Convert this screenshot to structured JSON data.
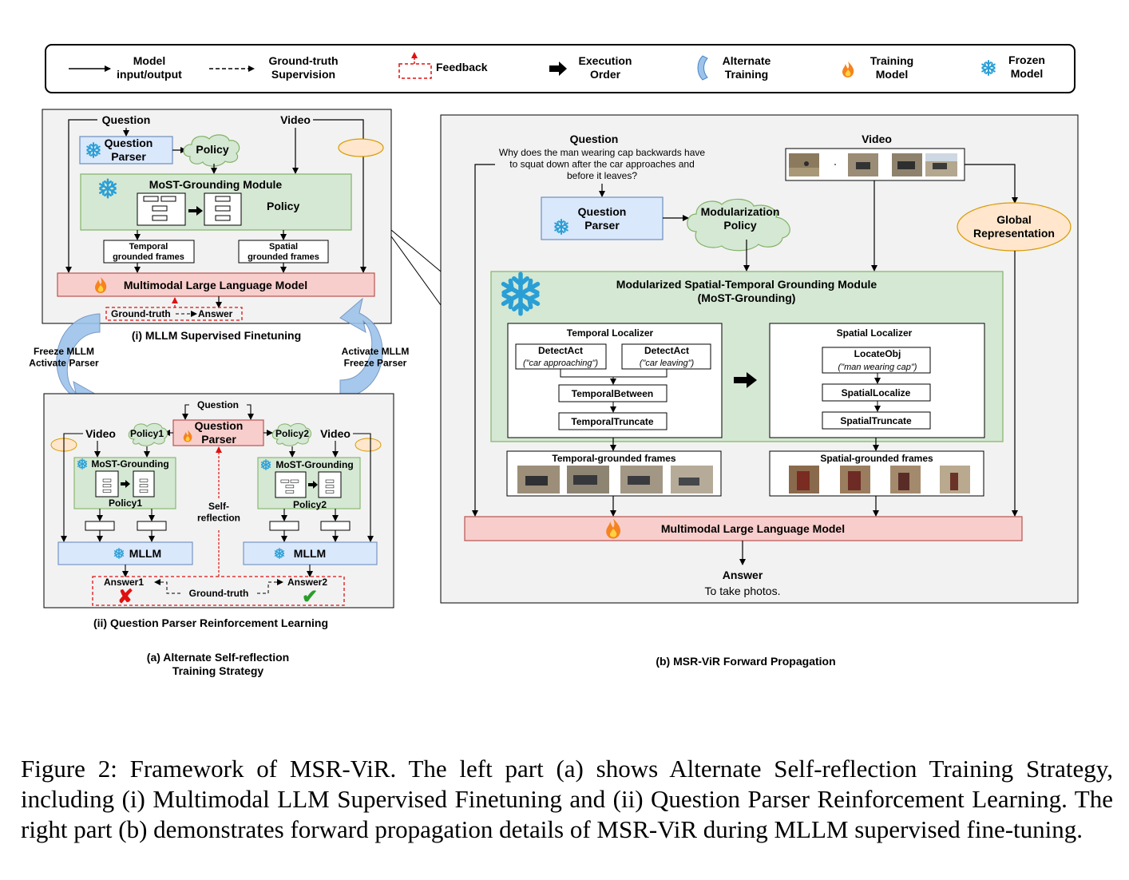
{
  "legend": {
    "model_io": "Model\ninput/output",
    "gt_supervision": "Ground-truth\nSupervision",
    "feedback": "Feedback",
    "execution_order": "Execution\nOrder",
    "alternate_training": "Alternate\nTraining",
    "training_model": "Training\nModel",
    "frozen_model": "Frozen\nModel"
  },
  "left_top": {
    "question": "Question",
    "video": "Video",
    "question_parser": "Question\nParser",
    "policy": "Policy",
    "grounding_module": "MoST-Grounding Module",
    "grounding_policy": "Policy",
    "temporal_frames": "Temporal\ngrounded frames",
    "spatial_frames": "Spatial\ngrounded frames",
    "mllm": "Multimodal Large Language Model",
    "ground_truth": "Ground-truth",
    "answer": "Answer",
    "title": "(i) MLLM Supervised Finetuning"
  },
  "switch": {
    "left": "Freeze MLLM\nActivate Parser",
    "right": "Activate MLLM\nFreeze Parser"
  },
  "left_bottom": {
    "question": "Question",
    "question_parser": "Question\nParser",
    "video_left": "Video",
    "video_right": "Video",
    "policy1": "Policy1",
    "policy2": "Policy2",
    "grounding_left": "MoST-Grounding",
    "grounding_right": "MoST-Grounding",
    "grounding_policy1": "Policy1",
    "grounding_policy2": "Policy2",
    "self_reflection": "Self-\nreflection",
    "mllm_left": "MLLM",
    "mllm_right": "MLLM",
    "answer1": "Answer1",
    "answer2": "Answer2",
    "ground_truth": "Ground-truth",
    "title": "(ii) Question Parser Reinforcement Learning"
  },
  "sub_a": "(a) Alternate Self-reflection\nTraining Strategy",
  "right": {
    "question_label": "Question",
    "question_text": "Why does the man wearing cap backwards have\nto squat down after the car approaches and\nbefore it leaves?",
    "video_label": "Video",
    "question_parser": "Question\nParser",
    "policy": "Modularization\nPolicy",
    "global_rep": "Global\nRepresentation",
    "module_title": "Modularized Spatial-Temporal Grounding Module\n(MoST-Grounding)",
    "temporal_localizer": "Temporal Localizer",
    "detect_act_1": "DetectAct",
    "detect_act_1_arg": "(\"car approaching\")",
    "detect_act_2": "DetectAct",
    "detect_act_2_arg": "(\"car leaving\")",
    "temporal_between": "TemporalBetween",
    "temporal_truncate": "TemporalTruncate",
    "spatial_localizer": "Spatial Localizer",
    "locate_obj": "LocateObj",
    "locate_obj_arg": "(\"man wearing cap\")",
    "spatial_localize": "SpatialLocalize",
    "spatial_truncate": "SpatialTruncate",
    "temporal_frames": "Temporal-grounded frames",
    "spatial_frames": "Spatial-grounded frames",
    "mllm": "Multimodal Large Language Model",
    "answer_label": "Answer",
    "answer_text": "To take photos."
  },
  "sub_b": "(b) MSR-ViR Forward Propagation",
  "caption": "Figure 2: Framework of MSR-ViR. The left part (a) shows Alternate Self-reflection Training Strategy, including (i) Multimodal LLM Supervised Finetuning and (ii) Question Parser Reinforcement Learning. The right part (b) demonstrates forward propagation details of MSR-ViR during MLLM supervised fine-tuning.",
  "icons": {
    "training": "fire-icon",
    "frozen": "snowflake-icon",
    "alternate": "curved-arrow-icon",
    "correct": "check-icon",
    "wrong": "cross-icon"
  },
  "colors": {
    "green_fill": "#d5e8d4",
    "green_stroke": "#82b366",
    "blue_fill": "#dae8fc",
    "blue_stroke": "#6c8ebf",
    "red_fill": "#f8cecc",
    "red_stroke": "#b85450",
    "orange_fill": "#ffe6cc",
    "orange_stroke": "#d79b00",
    "panel_fill": "#f2f2f2",
    "feedback_red": "#e01010"
  }
}
